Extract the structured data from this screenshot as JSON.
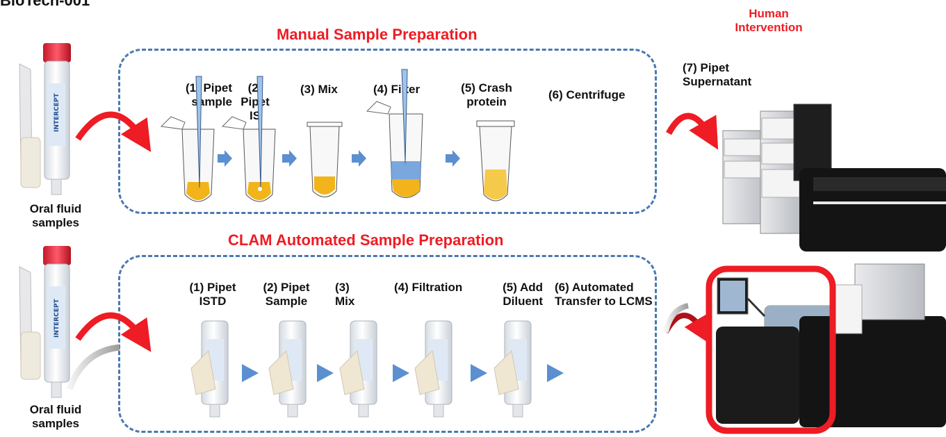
{
  "document_title": "BioTech-001",
  "colors": {
    "accent_red": "#ee1c24",
    "dash_blue": "#4a78b0",
    "arrow_blue": "#5b8fd0",
    "liquid_yellow": "#f2b41a",
    "liquid_blue": "#5a92d6"
  },
  "manual": {
    "title": "Manual Sample Preparation",
    "source_label": "Oral fluid samples",
    "steps": [
      "(1) Pipet sample",
      "(2) Pipet IS",
      "(3) Mix",
      "(4) Filter",
      "(5) Crash protein",
      "(6) Centrifuge"
    ],
    "human": {
      "title": "Human Intervention",
      "step": "(7) Pipet Supernatant"
    }
  },
  "automated": {
    "title": "CLAM Automated Sample Preparation",
    "source_label": "Oral fluid samples",
    "steps": [
      "(1) Pipet ISTD",
      "(2) Pipet Sample",
      "(3) Mix",
      "(4) Filtration",
      "(5) Add Diluent",
      "(6) Automated Transfer to LCMS"
    ]
  }
}
